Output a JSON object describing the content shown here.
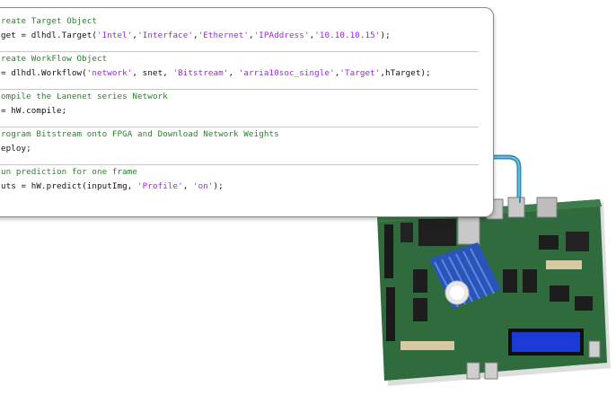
{
  "colors": {
    "comment": "#1e8c1e",
    "string": "#a020f0",
    "code": "#111111",
    "board_pcb": "#2f6b3c",
    "heatsink": "#2a55b8",
    "cable": "#2f8fb6",
    "lcd": "#1b3bd6"
  },
  "code_sections": [
    {
      "comment": "reate Target Object",
      "line": [
        {
          "t": "get = dlhdl.Target(",
          "k": "code"
        },
        {
          "t": "'Intel'",
          "k": "str"
        },
        {
          "t": ",",
          "k": "code"
        },
        {
          "t": "'Interface'",
          "k": "str"
        },
        {
          "t": ",",
          "k": "code"
        },
        {
          "t": "'Ethernet'",
          "k": "str"
        },
        {
          "t": ",",
          "k": "code"
        },
        {
          "t": "'IPAddress'",
          "k": "str"
        },
        {
          "t": ",",
          "k": "code"
        },
        {
          "t": "'10.10.10.15'",
          "k": "str"
        },
        {
          "t": ");",
          "k": "code"
        }
      ]
    },
    {
      "comment": "reate WorkFlow Object",
      "line": [
        {
          "t": "= dlhdl.Workflow(",
          "k": "code"
        },
        {
          "t": "'network'",
          "k": "str"
        },
        {
          "t": ", snet, ",
          "k": "code"
        },
        {
          "t": "'Bitstream'",
          "k": "str"
        },
        {
          "t": ", ",
          "k": "code"
        },
        {
          "t": "'arria10soc_single'",
          "k": "str"
        },
        {
          "t": ",",
          "k": "code"
        },
        {
          "t": "'Target'",
          "k": "str"
        },
        {
          "t": ",hTarget);",
          "k": "code"
        }
      ]
    },
    {
      "comment": "ompile the Lanenet series Network",
      "line": [
        {
          "t": "= hW.compile;",
          "k": "code"
        }
      ]
    },
    {
      "comment": "rogram Bitstream onto FPGA and Download Network Weights",
      "line": [
        {
          "t": "eploy;",
          "k": "code"
        }
      ]
    },
    {
      "comment": "un prediction for one frame",
      "line": [
        {
          "t": "uts = hW.predict(inputImg, ",
          "k": "code"
        },
        {
          "t": "'Profile'",
          "k": "str"
        },
        {
          "t": ", ",
          "k": "code"
        },
        {
          "t": "'on'",
          "k": "str"
        },
        {
          "t": ");",
          "k": "code"
        }
      ]
    }
  ]
}
